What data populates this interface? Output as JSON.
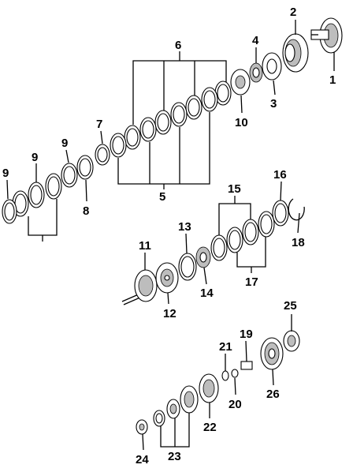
{
  "callouts": [
    "1",
    "2",
    "3",
    "4",
    "5",
    "6",
    "7",
    "8",
    "9",
    "9",
    "9",
    "10",
    "11",
    "12",
    "13",
    "14",
    "15",
    "16",
    "17",
    "18",
    "19",
    "20",
    "21",
    "22",
    "23",
    "24",
    "25",
    "26"
  ],
  "icons": [
    "exploded-parts-diagram"
  ]
}
